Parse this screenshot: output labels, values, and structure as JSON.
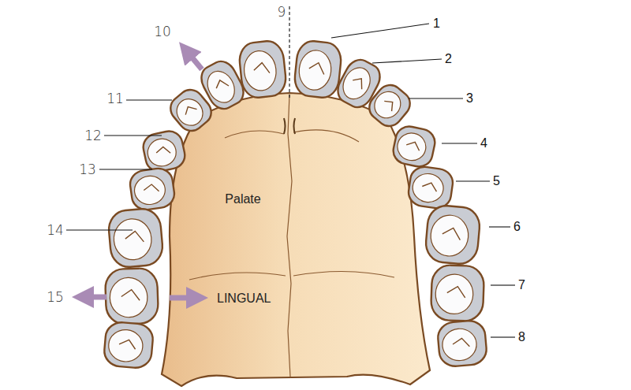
{
  "diagram": {
    "labels": [
      "1",
      "2",
      "3",
      "4",
      "5",
      "6",
      "7",
      "8",
      "9",
      "10",
      "11",
      "12",
      "13",
      "14",
      "15",
      "Palate",
      "LINGUAL"
    ]
  }
}
